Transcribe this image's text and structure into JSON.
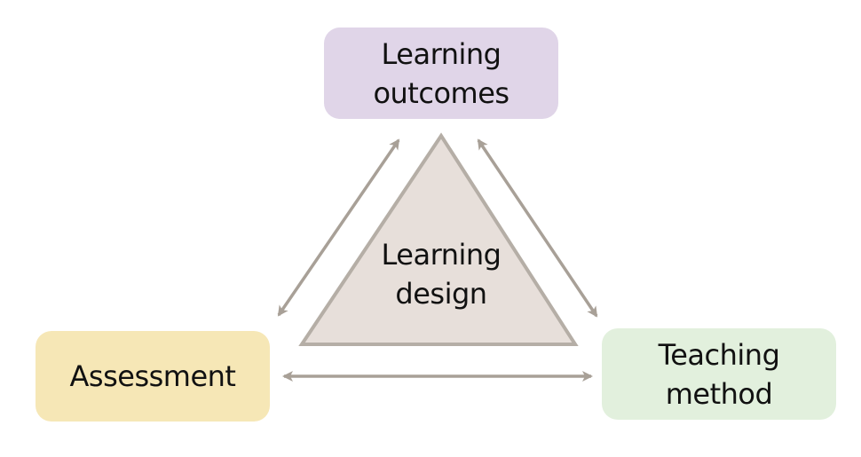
{
  "nodes": {
    "outcomes": {
      "line1": "Learning",
      "line2": "outcomes",
      "color": "#e0d5e8"
    },
    "assessment": {
      "line1": "Assessment",
      "color": "#f6e7b6"
    },
    "teaching": {
      "line1": "Teaching",
      "line2": "method",
      "color": "#e2f0dd"
    },
    "center": {
      "line1": "Learning",
      "line2": "design",
      "color": "#e7dfda"
    }
  },
  "connections": [
    {
      "from": "outcomes",
      "to": "assessment",
      "style": "double-arrow"
    },
    {
      "from": "outcomes",
      "to": "teaching",
      "style": "double-arrow"
    },
    {
      "from": "assessment",
      "to": "teaching",
      "style": "double-arrow"
    }
  ],
  "colors": {
    "arrow": "#a8a097",
    "triangle_stroke": "#b5aea6"
  }
}
